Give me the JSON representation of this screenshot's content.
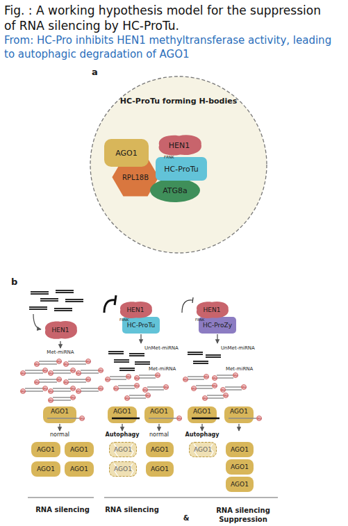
{
  "diagram": {
    "title": "Fig. : A working hypothesis model for the suppression of RNA silencing by HC-ProTu.",
    "nodes": [
      {
        "text": [
          "HC-ProTu forming H-bodies"
        ]
      },
      {
        "text": [
          "AGO1"
        ],
        "in": 0
      },
      {
        "text": [
          "HEN1"
        ],
        "in": 0
      },
      {
        "text": [
          "HC-ProTu"
        ],
        "in": 0
      },
      {
        "text": [
          "RPL18B"
        ],
        "in": 0
      },
      {
        "text": [
          "ATG8a"
        ],
        "in": 0
      },
      {
        "text": [
          "HEN1"
        ]
      },
      {
        "text": [
          "AGO1"
        ]
      },
      {
        "text": [
          "AGO1"
        ]
      },
      {
        "text": [
          "AGO1"
        ]
      },
      {
        "text": [
          "AGO1"
        ]
      },
      {
        "text": [
          "AGO1"
        ]
      },
      {
        "text": [
          "HEN1"
        ]
      },
      {
        "text": [
          "HC-ProTu"
        ]
      },
      {
        "text": [
          "AGO1"
        ]
      },
      {
        "text": [
          "AGO1"
        ]
      },
      {
        "text": [
          "AGO1"
        ]
      },
      {
        "text": [
          "AGO1"
        ]
      },
      {
        "text": [
          "AGO1"
        ]
      },
      {
        "text": [
          "AGO1"
        ]
      },
      {
        "text": [
          "HEN1"
        ]
      },
      {
        "text": [
          "HC-ProZy"
        ]
      },
      {
        "text": [
          "AGO1"
        ]
      },
      {
        "text": [
          "AGO1"
        ]
      },
      {
        "text": [
          "AGO1"
        ]
      },
      {
        "text": [
          "AGO1"
        ]
      },
      {
        "text": [
          "AGO1"
        ]
      },
      {
        "text": [
          "AGO1"
        ]
      }
    ],
    "labels": [
      "From: HC-Pro inhibits HEN1 methyltransferase activity, leading to autophagic degradation of AGO1",
      "a",
      "FRNK",
      "b",
      "Met-miRNA",
      "normal",
      "RNA silencing",
      "FRNK",
      "UnMet-miRNA",
      "Met-miRNA",
      "Autophagy",
      "normal",
      "FRNK",
      "UnMet-miRNA",
      "Met-miRNA",
      "Autophagy",
      "RNA silencing",
      "&",
      "RNA silencing Suppression",
      "Me",
      "Me",
      "Me",
      "Me",
      "Me",
      "Me",
      "Me",
      "Me",
      "Me",
      "Me",
      "Me",
      "Me",
      "Me",
      "Me",
      "Me",
      "Me",
      "Me",
      "Me",
      "Me",
      "Me",
      "Me",
      "Me",
      "Me",
      "Me",
      "Me",
      "Me",
      "Me",
      "Me",
      "Me",
      "Me",
      "Me",
      "Me",
      "Me",
      "Me",
      "Me",
      "Me",
      "Me",
      "Me",
      "Me",
      "Me",
      "Me",
      "Me",
      "Me",
      "Me",
      "Me"
    ]
  }
}
